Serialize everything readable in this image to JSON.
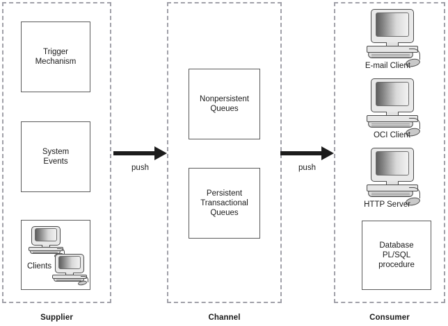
{
  "diagram": {
    "title_implicit": "Supplier / Channel / Consumer message flow",
    "lanes": [
      {
        "key": "supplier",
        "label": "Supplier"
      },
      {
        "key": "channel",
        "label": "Channel"
      },
      {
        "key": "consumer",
        "label": "Consumer"
      }
    ],
    "supplier": {
      "boxes": [
        {
          "key": "trigger",
          "label": "Trigger\nMechanism"
        },
        {
          "key": "system_events",
          "label": "System\nEvents"
        },
        {
          "key": "clients",
          "label": "Clients"
        }
      ],
      "client_icons": [
        {
          "key": "client-1",
          "icon": "desktop-computer-icon"
        },
        {
          "key": "client-2",
          "icon": "desktop-computer-icon"
        }
      ]
    },
    "channel": {
      "boxes": [
        {
          "key": "nonpersistent_queues",
          "label": "Nonpersistent\nQueues"
        },
        {
          "key": "persistent_queues",
          "label": "Persistent\nTransactional\nQueues"
        }
      ]
    },
    "consumer": {
      "computers": [
        {
          "key": "email-client",
          "label": "E-mail Client",
          "icon": "desktop-computer-icon"
        },
        {
          "key": "oci-client",
          "label": "OCI Client",
          "icon": "desktop-computer-icon"
        },
        {
          "key": "http-server",
          "label": "HTTP Server",
          "icon": "desktop-computer-icon"
        }
      ],
      "boxes": [
        {
          "key": "database_plsql",
          "label": "Database\nPL/SQL\nprocedure"
        }
      ]
    },
    "arrows": [
      {
        "key": "supplier-to-channel",
        "label": "push"
      },
      {
        "key": "channel-to-consumer",
        "label": "push"
      }
    ],
    "colors": {
      "lane_border": "#a0a0a8",
      "box_border": "#5a5a5a",
      "arrow": "#1c1c1c",
      "text": "#1a1a1a",
      "background": "#ffffff"
    }
  }
}
